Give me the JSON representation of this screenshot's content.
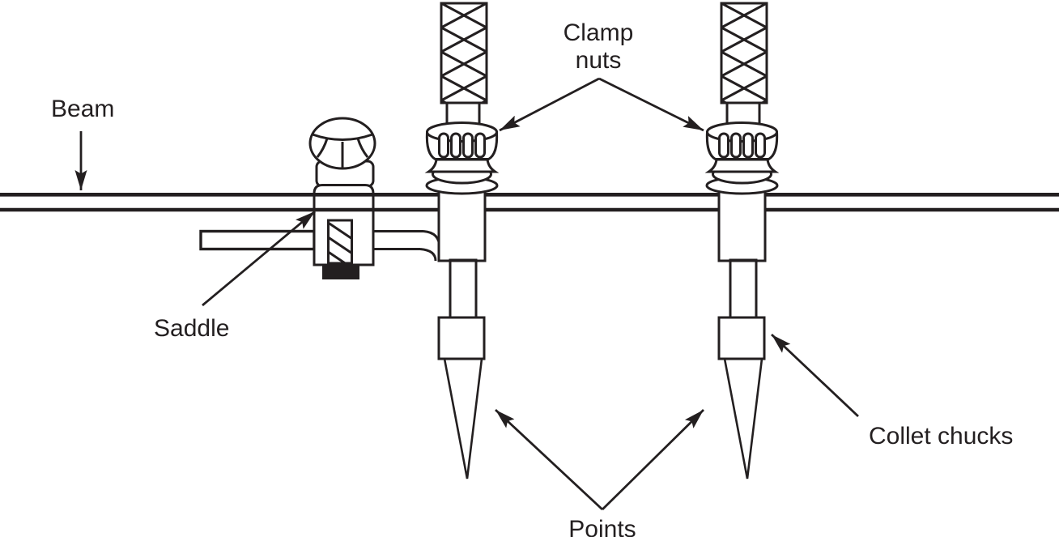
{
  "figure": {
    "type": "labeled-technical-line-diagram",
    "ink_color": "#231f20",
    "background_color": "#ffffff",
    "labels": {
      "beam": "Beam",
      "clamp_nuts": [
        "Clamp",
        "nuts"
      ],
      "saddle": "Saddle",
      "collet_chucks": "Collet chucks",
      "points": "Points"
    }
  }
}
